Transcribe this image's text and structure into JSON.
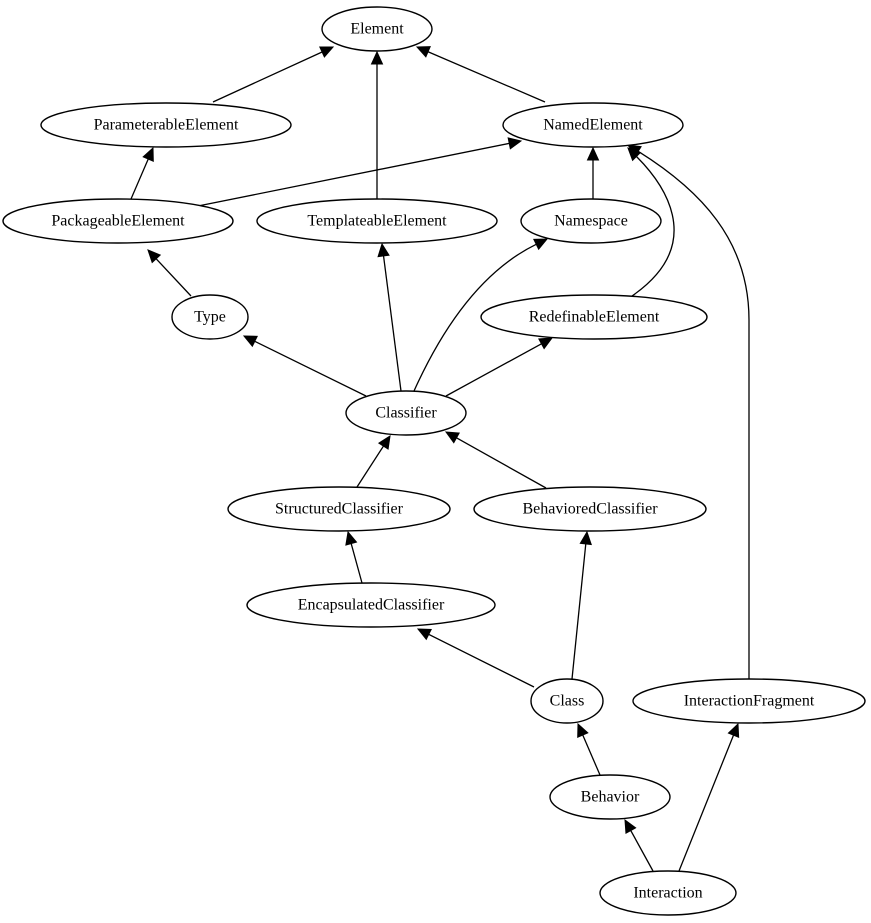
{
  "diagram": {
    "nodes": [
      {
        "id": "element",
        "label": "Element"
      },
      {
        "id": "parameterable_element",
        "label": "ParameterableElement"
      },
      {
        "id": "named_element",
        "label": "NamedElement"
      },
      {
        "id": "packageable_element",
        "label": "PackageableElement"
      },
      {
        "id": "templateable_element",
        "label": "TemplateableElement"
      },
      {
        "id": "namespace",
        "label": "Namespace"
      },
      {
        "id": "type",
        "label": "Type"
      },
      {
        "id": "redefinable_element",
        "label": "RedefinableElement"
      },
      {
        "id": "classifier",
        "label": "Classifier"
      },
      {
        "id": "structured_classifier",
        "label": "StructuredClassifier"
      },
      {
        "id": "behaviored_classifier",
        "label": "BehavioredClassifier"
      },
      {
        "id": "encapsulated_classifier",
        "label": "EncapsulatedClassifier"
      },
      {
        "id": "class",
        "label": "Class"
      },
      {
        "id": "interaction_fragment",
        "label": "InteractionFragment"
      },
      {
        "id": "behavior",
        "label": "Behavior"
      },
      {
        "id": "interaction",
        "label": "Interaction"
      }
    ],
    "edges": [
      {
        "from": "parameterable_element",
        "to": "element"
      },
      {
        "from": "templateable_element",
        "to": "element"
      },
      {
        "from": "named_element",
        "to": "element"
      },
      {
        "from": "packageable_element",
        "to": "parameterable_element"
      },
      {
        "from": "packageable_element",
        "to": "named_element"
      },
      {
        "from": "namespace",
        "to": "named_element"
      },
      {
        "from": "redefinable_element",
        "to": "named_element"
      },
      {
        "from": "interaction_fragment",
        "to": "named_element"
      },
      {
        "from": "type",
        "to": "packageable_element"
      },
      {
        "from": "classifier",
        "to": "type"
      },
      {
        "from": "classifier",
        "to": "templateable_element"
      },
      {
        "from": "classifier",
        "to": "namespace"
      },
      {
        "from": "classifier",
        "to": "redefinable_element"
      },
      {
        "from": "structured_classifier",
        "to": "classifier"
      },
      {
        "from": "behaviored_classifier",
        "to": "classifier"
      },
      {
        "from": "encapsulated_classifier",
        "to": "structured_classifier"
      },
      {
        "from": "class",
        "to": "encapsulated_classifier"
      },
      {
        "from": "class",
        "to": "behaviored_classifier"
      },
      {
        "from": "behavior",
        "to": "class"
      },
      {
        "from": "interaction",
        "to": "behavior"
      },
      {
        "from": "interaction",
        "to": "interaction_fragment"
      }
    ]
  }
}
